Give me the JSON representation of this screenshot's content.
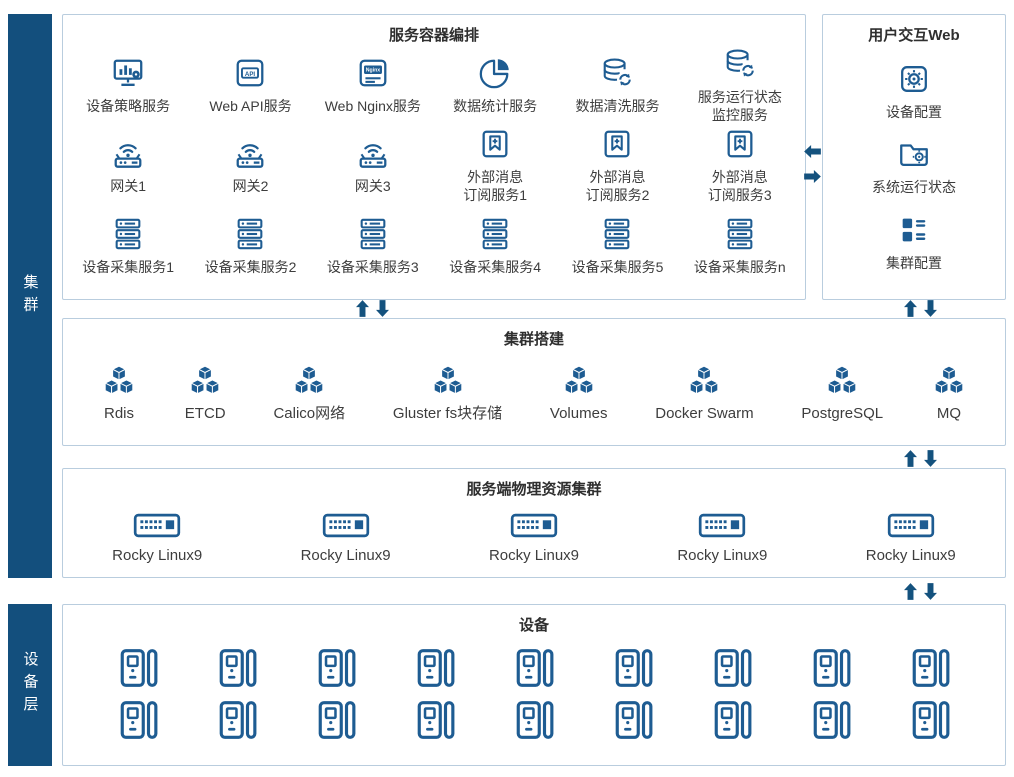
{
  "colors": {
    "primary": "#1E5C92",
    "sidebar": "#134F7D",
    "box_border": "#B9CDDE",
    "title_text": "#2F2F2F",
    "label_text": "#3D3D3D"
  },
  "sidebars": {
    "cluster": "集群",
    "device_layer": "设备层"
  },
  "orchestration": {
    "title": "服务容器编排",
    "items": [
      "设备策略服务",
      "Web API服务",
      "Web Nginx服务",
      "数据统计服务",
      "数据清洗服务",
      "服务运行状态\n监控服务",
      "网关1",
      "网关2",
      "网关3",
      "外部消息\n订阅服务1",
      "外部消息\n订阅服务2",
      "外部消息\n订阅服务3",
      "设备采集服务1",
      "设备采集服务2",
      "设备采集服务3",
      "设备采集服务4",
      "设备采集服务5",
      "设备采集服务n"
    ]
  },
  "web_ui": {
    "title": "用户交互Web",
    "items": [
      "设备配置",
      "系统运行状态",
      "集群配置"
    ]
  },
  "cluster_setup": {
    "title": "集群搭建",
    "items": [
      "Rdis",
      "ETCD",
      "Calico网络",
      "Gluster fs块存储",
      "Volumes",
      "Docker Swarm",
      "PostgreSQL",
      "MQ"
    ]
  },
  "physical_cluster": {
    "title": "服务端物理资源集群",
    "nodes": [
      "Rocky Linux9",
      "Rocky Linux9",
      "Rocky Linux9",
      "Rocky Linux9",
      "Rocky Linux9"
    ]
  },
  "devices": {
    "title": "设备",
    "rows": 2,
    "per_row": 9
  },
  "icon_text": {
    "api": "API",
    "nginx": "Nginx"
  },
  "icons": {
    "policy-monitor-icon": "monitor with bar chart and gear",
    "api-icon": "rounded square with API badge",
    "nginx-icon": "rounded square with Nginx band",
    "pie-chart-icon": "pie chart with separated slice",
    "database-refresh-icon": "database cylinder with sync arrows",
    "database-monitor-icon": "database cylinder with sync arrows",
    "gateway-router-icon": "wireless router with antennas",
    "message-subscribe-icon": "square with bookmark and plus",
    "server-stack-icon": "three stacked server units",
    "device-config-icon": "gear inside rounded square",
    "system-status-icon": "folder with gear",
    "cluster-config-icon": "squares with list lines",
    "cubes-icon": "three stacked 3d cubes",
    "server-node-icon": "server front panel with vents",
    "device-icon": "wall device with side bar",
    "arrow-up-icon": "solid up arrow",
    "arrow-down-icon": "solid down arrow",
    "arrow-left-icon": "solid left arrow",
    "arrow-right-icon": "solid right arrow"
  }
}
